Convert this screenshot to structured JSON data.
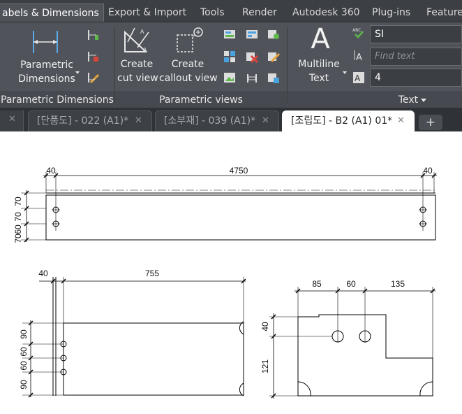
{
  "ribbon": {
    "tabs": [
      {
        "label": "abels & Dimensions",
        "active": true
      },
      {
        "label": "Export & Import"
      },
      {
        "label": "Tools"
      },
      {
        "label": "Render"
      },
      {
        "label": "Autodesk 360"
      },
      {
        "label": "Plug-ins"
      },
      {
        "label": "Featured"
      }
    ],
    "panels": {
      "parametric_dimensions": {
        "title": "Parametric Dimensions",
        "big_button": {
          "line1": "Parametric",
          "line2": "Dimensions"
        }
      },
      "parametric_views": {
        "title": "Parametric views",
        "create_cut_view": {
          "line1": "Create",
          "line2": "cut view"
        },
        "create_callout_view": {
          "line1": "Create",
          "line2": "callout view"
        }
      },
      "text": {
        "title": "Text",
        "multiline_text": {
          "glyph": "A",
          "line1": "Multiline",
          "line2": "Text"
        },
        "style_value": "SI",
        "find_placeholder": "Find text",
        "height_value": "4"
      }
    }
  },
  "document_tabs": [
    {
      "label": "[단품도] - 022 (A1)*",
      "active": false
    },
    {
      "label": "[소부재] - 039 (A1)*",
      "active": false
    },
    {
      "label": "[조립도] - B2 (A1) 01*",
      "active": true
    }
  ],
  "drawing": {
    "top_view": {
      "dim_left": "40",
      "dim_main": "4750",
      "dim_right": "40",
      "v_dims": [
        "70",
        "70",
        "60",
        "70"
      ]
    },
    "bottom_left_view": {
      "dim_left": "40",
      "dim_main": "755",
      "v_dims": [
        "90",
        "60",
        "60",
        "90"
      ]
    },
    "bottom_right_view": {
      "h_dims": [
        "85",
        "60",
        "135"
      ],
      "v_dims": [
        "40",
        "121"
      ]
    }
  },
  "colors": {
    "ribbon_bg": "#50545a",
    "tabs_bg": "#3c3f44",
    "accent_green": "#5fb84a",
    "accent_red": "#d9453b",
    "accent_blue": "#4aa3df"
  }
}
